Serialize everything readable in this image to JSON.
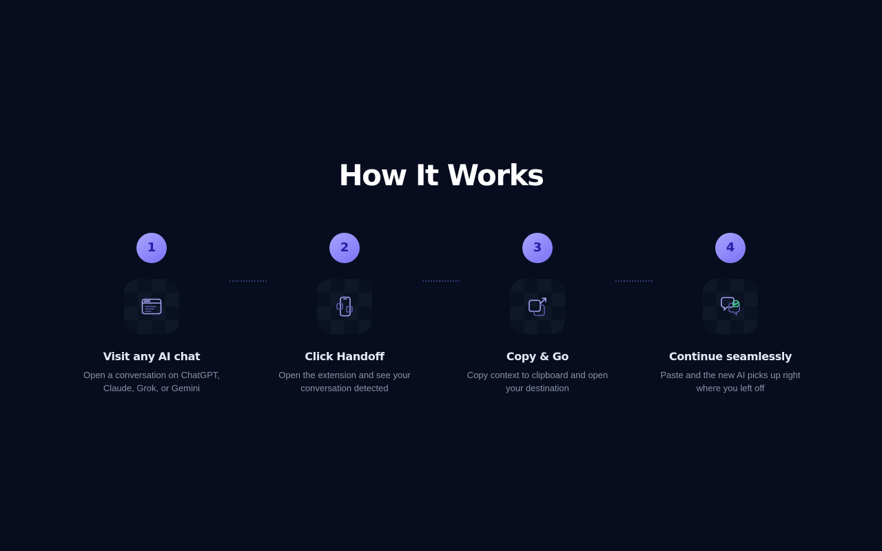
{
  "section": {
    "title": "How It Works"
  },
  "steps": [
    {
      "number": "1",
      "icon": "browser-window-icon",
      "title": "Visit any AI chat",
      "description": "Open a conversation on ChatGPT, Claude, Grok, or Gemini"
    },
    {
      "number": "2",
      "icon": "phone-extension-icon",
      "title": "Click Handoff",
      "description": "Open the extension and see your conversation detected"
    },
    {
      "number": "3",
      "icon": "copy-external-icon",
      "title": "Copy & Go",
      "description": "Copy context to clipboard and open your destination"
    },
    {
      "number": "4",
      "icon": "chat-check-icon",
      "title": "Continue seamlessly",
      "description": "Paste and the new AI picks up right where you left off"
    }
  ],
  "colors": {
    "background": "#070d1e",
    "accent": "#8b84ff",
    "icon_stroke": "#a6a3f5",
    "success": "#3ecf8e"
  }
}
